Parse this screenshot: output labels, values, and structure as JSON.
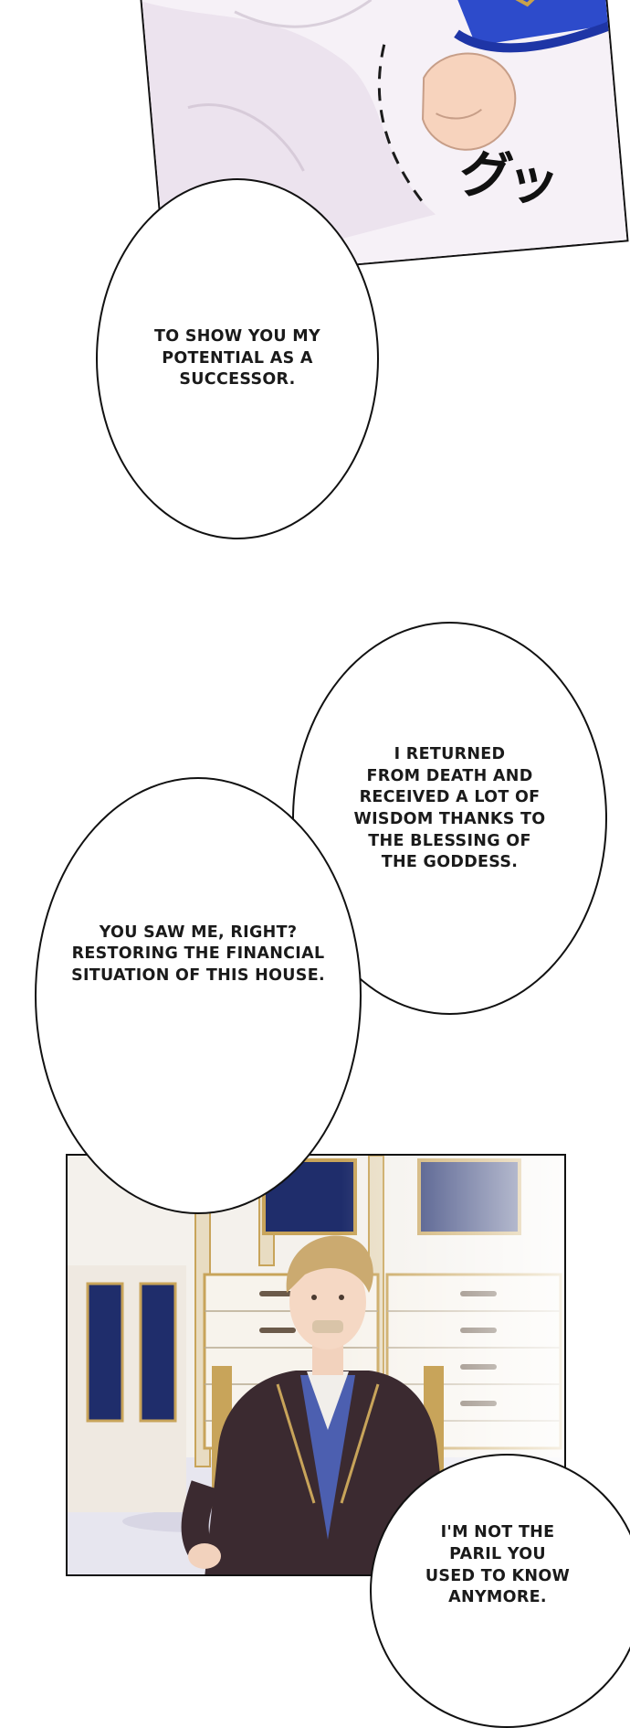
{
  "page": {
    "background": "#ffffff"
  },
  "panels": {
    "top": {
      "sfx": "グッ",
      "colors": {
        "cloth": "#f2ecf3",
        "cuff": "#2d4bcb",
        "trim": "#c9a24a",
        "skin": "#f7d3bd"
      }
    },
    "bottom": {
      "colors": {
        "wall": "#f4f1ec",
        "gold": "#c8a45a",
        "suit": "#3b2a30",
        "vest": "#4c5fb0",
        "hair": "#cbaa70",
        "window": "#1f2d6b"
      }
    }
  },
  "bubbles": [
    {
      "id": "successor",
      "text": "TO SHOW YOU MY\nPOTENTIAL AS A\nSUCCESSOR."
    },
    {
      "id": "returned",
      "text": "I RETURNED\nFROM DEATH AND\nRECEIVED A LOT OF\nWISDOM THANKS TO\nTHE BLESSING OF\nTHE GODDESS."
    },
    {
      "id": "saw",
      "text": "YOU SAW ME, RIGHT?\nRESTORING THE FINANCIAL\nSITUATION OF THIS HOUSE."
    },
    {
      "id": "paril",
      "text": "I'M NOT THE\nPARIL YOU\nUSED TO KNOW\nANYMORE."
    }
  ]
}
